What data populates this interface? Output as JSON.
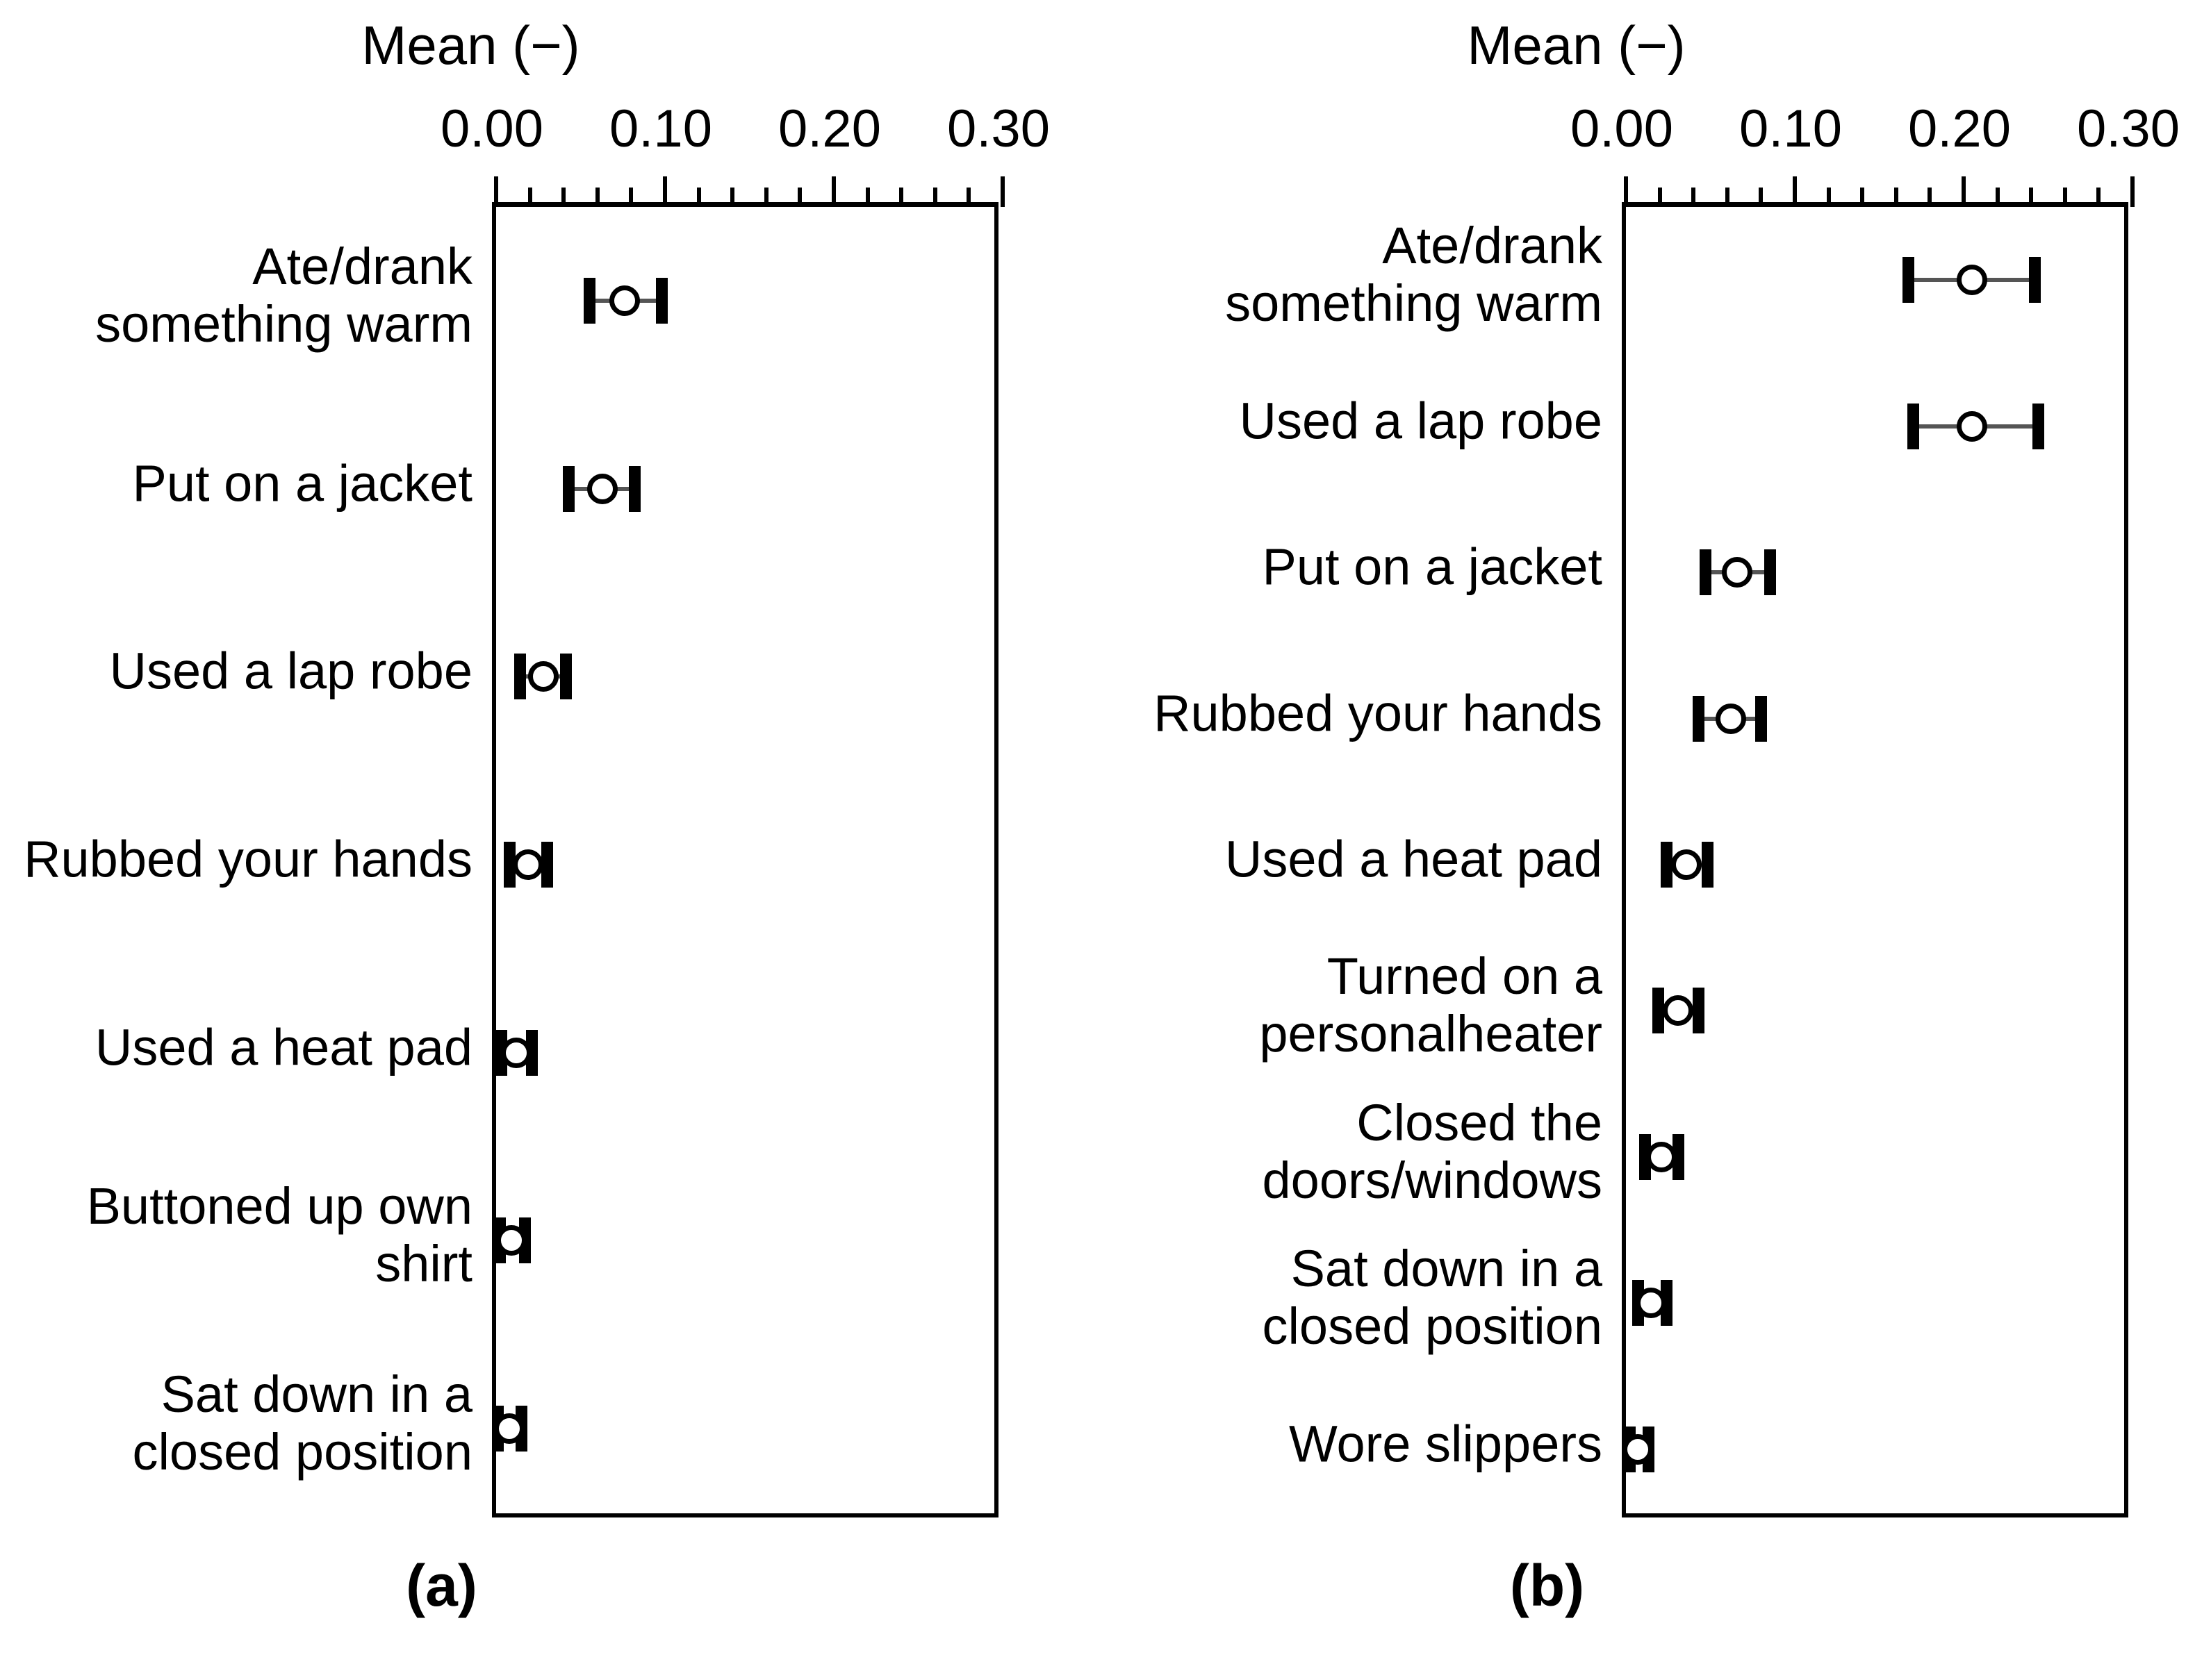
{
  "figure": {
    "background": "#ffffff",
    "foreground": "#000000",
    "errorbar_color": "#555555"
  },
  "chart_data": [
    {
      "type": "scatter",
      "panel_id": "a",
      "caption": "(a)",
      "title": "Mean (−)",
      "xlabel": "Mean (−)",
      "ylabel": "",
      "xlim": [
        0.0,
        0.3
      ],
      "xticks": [
        0.0,
        0.1,
        0.2,
        0.3
      ],
      "xticklabels": [
        "0.00",
        "0.10",
        "0.20",
        "0.30"
      ],
      "minor_tick_step": 0.02,
      "grid": false,
      "legend": "none",
      "orientation": "horizontal",
      "categories": [
        "Ate/drank\nsomething warm",
        "Put on a jacket",
        "Used a lap robe",
        "Rubbed your hands",
        "Used a heat pad",
        "Buttoned up own\nshirt",
        "Sat down in a\nclosed position"
      ],
      "values": [
        0.076,
        0.063,
        0.028,
        0.019,
        0.012,
        0.009,
        0.008
      ],
      "ci_low": [
        0.055,
        0.043,
        0.014,
        0.008,
        0.003,
        0.002,
        0.001
      ],
      "ci_high": [
        0.098,
        0.082,
        0.041,
        0.03,
        0.021,
        0.017,
        0.015
      ]
    },
    {
      "type": "scatter",
      "panel_id": "b",
      "caption": "(b)",
      "title": "Mean (−)",
      "xlabel": "Mean (−)",
      "ylabel": "",
      "xlim": [
        0.0,
        0.3
      ],
      "xticks": [
        0.0,
        0.1,
        0.2,
        0.3
      ],
      "xticklabels": [
        "0.00",
        "0.10",
        "0.20",
        "0.30"
      ],
      "minor_tick_step": 0.02,
      "grid": false,
      "legend": "none",
      "orientation": "horizontal",
      "categories": [
        "Ate/drank\nsomething warm",
        "Used a lap robe",
        "Put on a jacket",
        "Rubbed your hands",
        "Used a heat pad",
        "Turned on a\npersonalheater",
        "Closed the\ndoors/windows",
        "Sat down in a\nclosed position",
        "Wore slippers"
      ],
      "values": [
        0.205,
        0.205,
        0.066,
        0.062,
        0.036,
        0.031,
        0.021,
        0.015,
        0.007
      ],
      "ci_low": [
        0.167,
        0.17,
        0.047,
        0.043,
        0.024,
        0.019,
        0.011,
        0.007,
        0.002
      ],
      "ci_high": [
        0.242,
        0.244,
        0.085,
        0.08,
        0.048,
        0.043,
        0.031,
        0.024,
        0.013
      ]
    }
  ]
}
